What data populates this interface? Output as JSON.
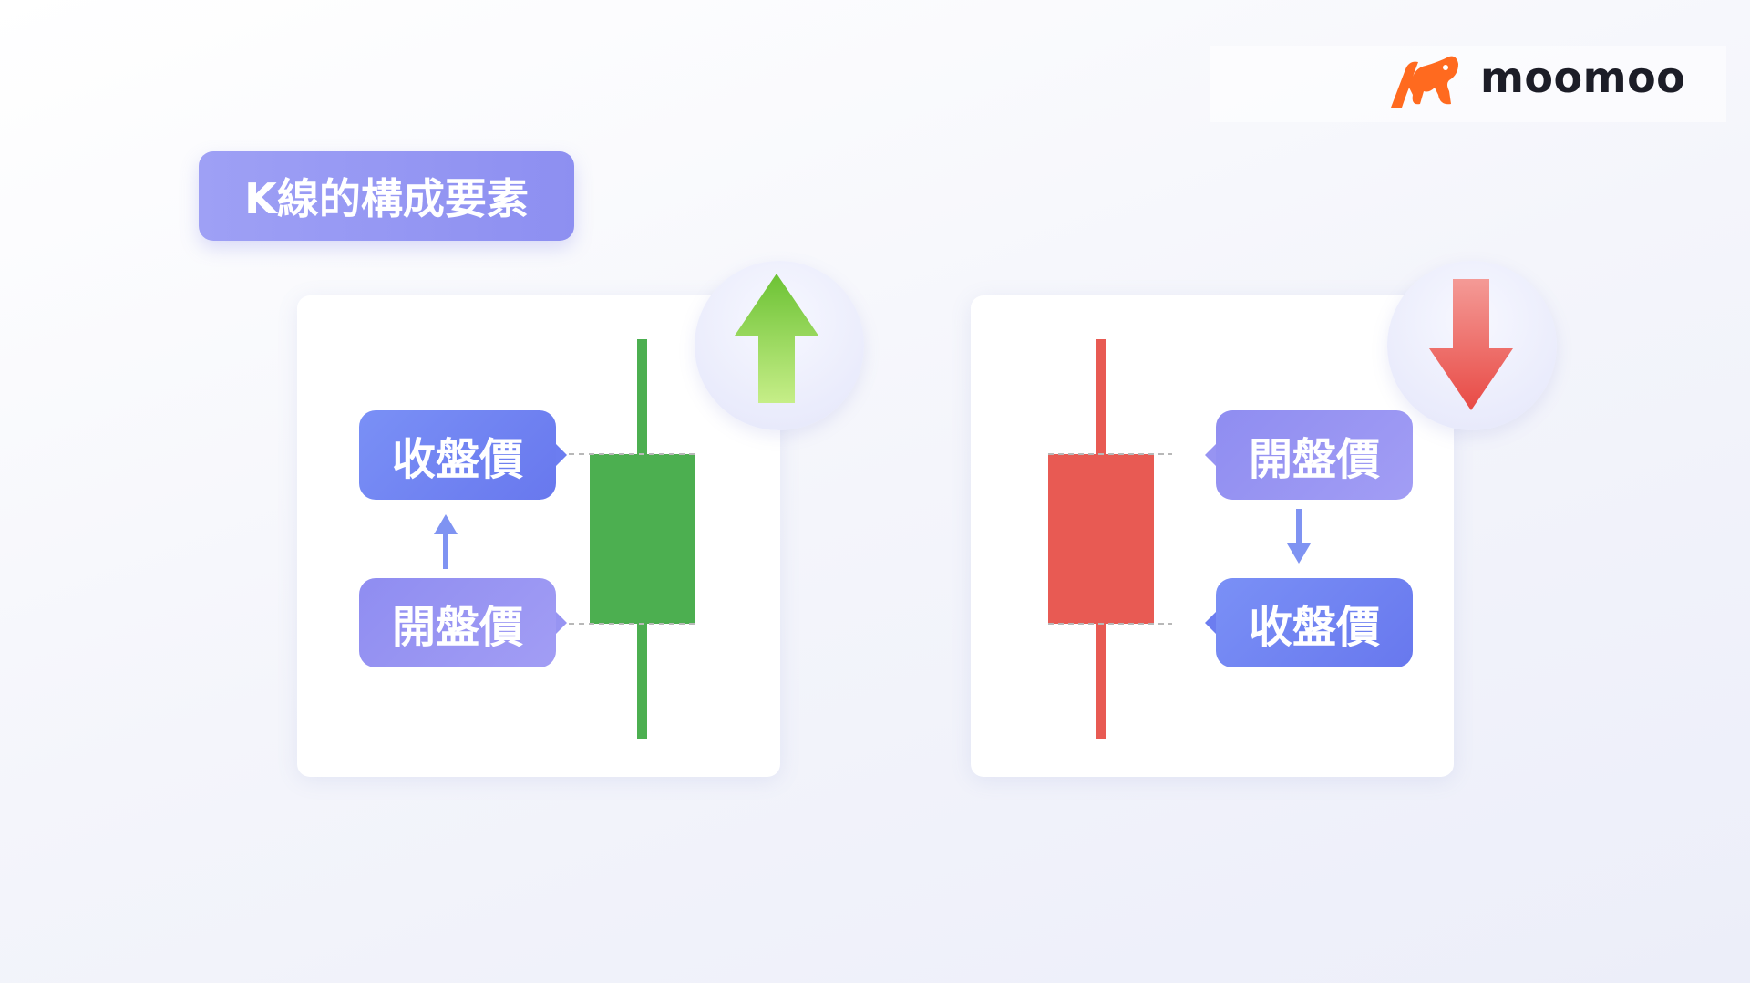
{
  "brand": {
    "name": "moomoo",
    "color": "#ff6a1f"
  },
  "title": "K線的構成要素",
  "bullish": {
    "close_label": "收盤價",
    "open_label": "開盤價",
    "candle_color": "#4caf50",
    "direction_icon": "up-arrow-icon"
  },
  "bearish": {
    "open_label": "開盤價",
    "close_label": "收盤價",
    "candle_color": "#e85a53",
    "direction_icon": "down-arrow-icon"
  },
  "colors": {
    "label_blue": "#6c7df0",
    "label_purple": "#9794f2",
    "flow_arrow": "#7f93f2"
  }
}
